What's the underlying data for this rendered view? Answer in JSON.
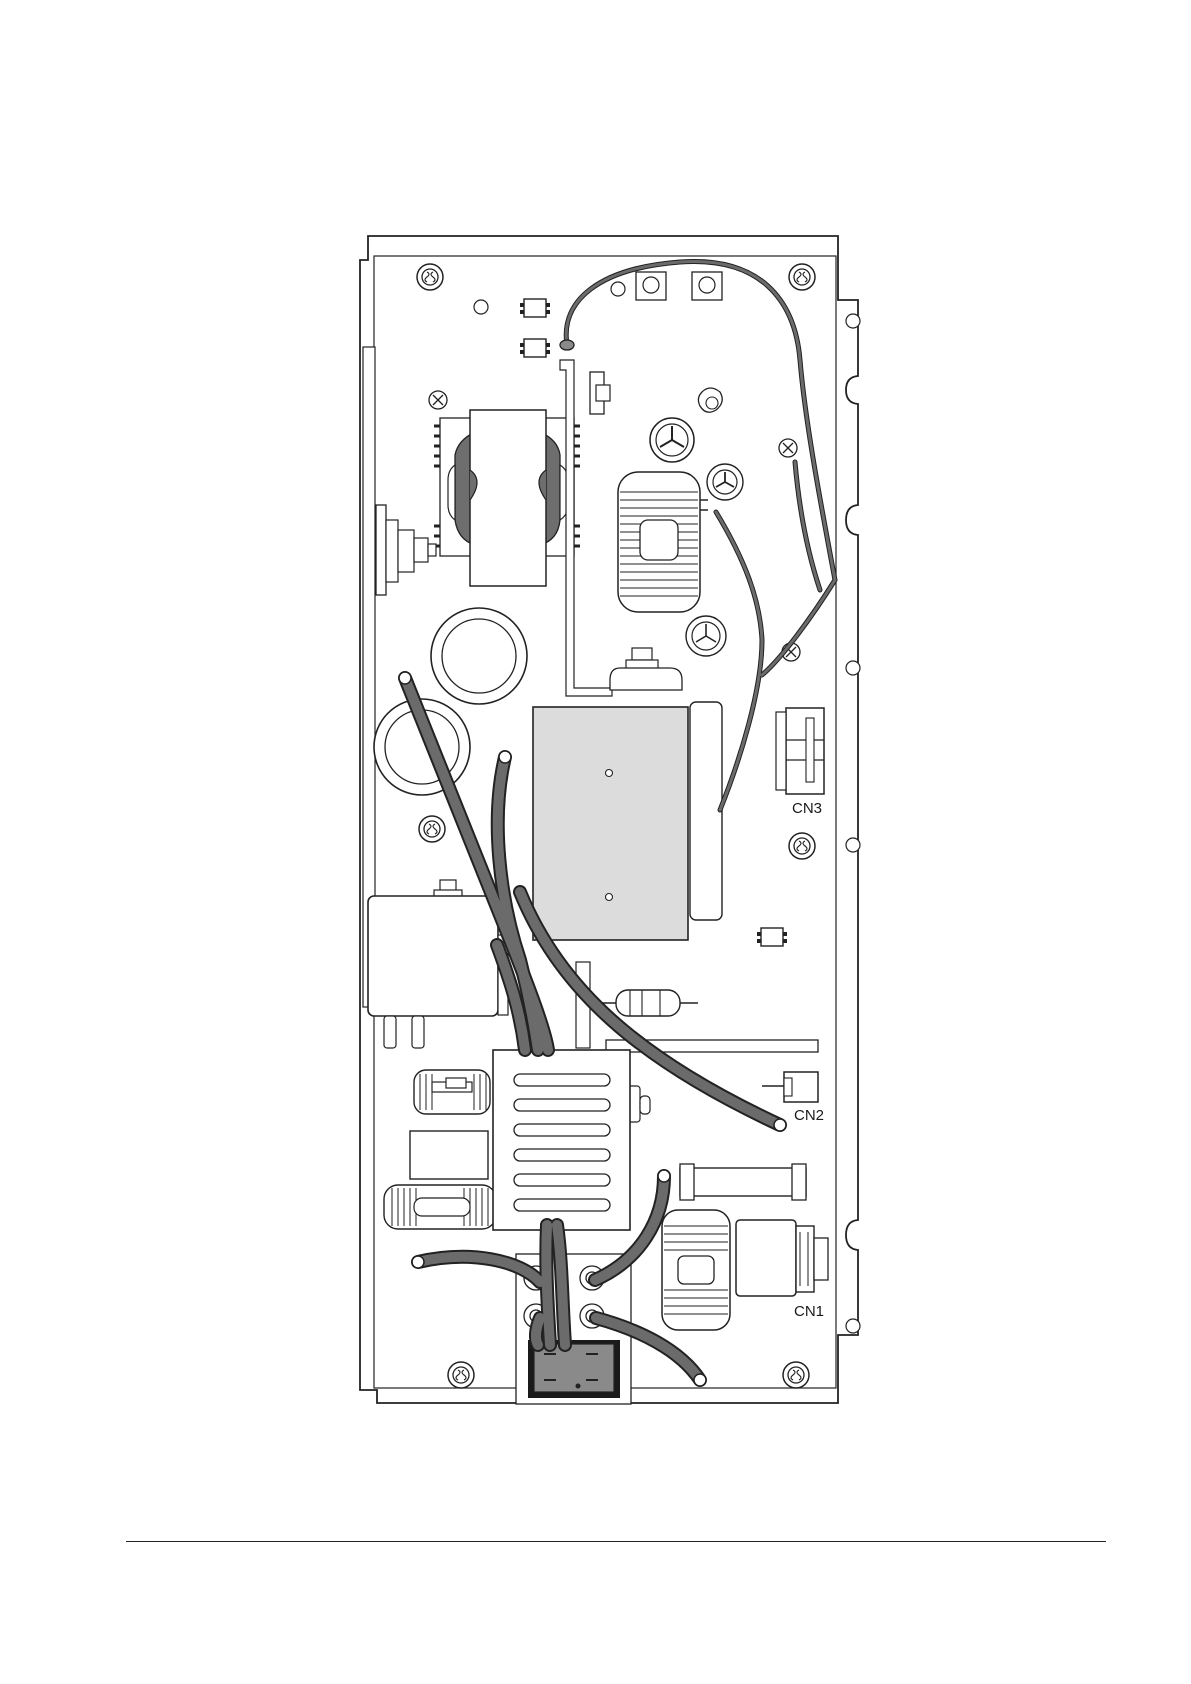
{
  "connectors": [
    {
      "id": "cn3",
      "label": "CN3"
    },
    {
      "id": "cn2",
      "label": "CN2"
    },
    {
      "id": "cn1",
      "label": "CN1"
    }
  ],
  "colors": {
    "line": "#222222",
    "cable": "#6b6b6b",
    "panel": "#f0f0f0",
    "heatsink": "#dcdcdc",
    "block": "#8a8a8a"
  }
}
